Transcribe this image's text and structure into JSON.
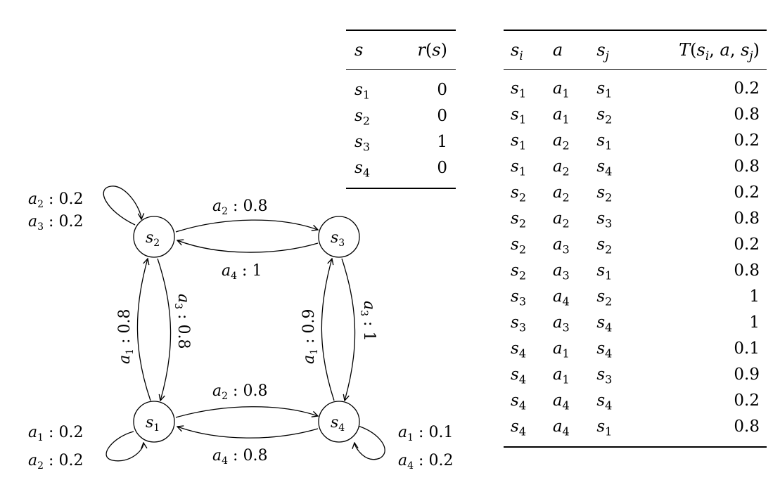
{
  "reward_table": {
    "header": {
      "state": "s",
      "reward_name": "r",
      "reward_arg": "s"
    },
    "rows": [
      {
        "state": "s",
        "sub": "1",
        "reward": "0"
      },
      {
        "state": "s",
        "sub": "2",
        "reward": "0"
      },
      {
        "state": "s",
        "sub": "3",
        "reward": "1"
      },
      {
        "state": "s",
        "sub": "4",
        "reward": "0"
      }
    ]
  },
  "transition_table": {
    "header": {
      "si": "s",
      "si_sub": "i",
      "a": "a",
      "sj": "s",
      "sj_sub": "j",
      "t": "T"
    },
    "rows": [
      {
        "si": "1",
        "a": "1",
        "sj": "1",
        "p": "0.2"
      },
      {
        "si": "1",
        "a": "1",
        "sj": "2",
        "p": "0.8"
      },
      {
        "si": "1",
        "a": "2",
        "sj": "1",
        "p": "0.2"
      },
      {
        "si": "1",
        "a": "2",
        "sj": "4",
        "p": "0.8"
      },
      {
        "si": "2",
        "a": "2",
        "sj": "2",
        "p": "0.2"
      },
      {
        "si": "2",
        "a": "2",
        "sj": "3",
        "p": "0.8"
      },
      {
        "si": "2",
        "a": "3",
        "sj": "2",
        "p": "0.2"
      },
      {
        "si": "2",
        "a": "3",
        "sj": "1",
        "p": "0.8"
      },
      {
        "si": "3",
        "a": "4",
        "sj": "2",
        "p": "1"
      },
      {
        "si": "3",
        "a": "3",
        "sj": "4",
        "p": "1"
      },
      {
        "si": "4",
        "a": "1",
        "sj": "4",
        "p": "0.1"
      },
      {
        "si": "4",
        "a": "1",
        "sj": "3",
        "p": "0.9"
      },
      {
        "si": "4",
        "a": "4",
        "sj": "4",
        "p": "0.2"
      },
      {
        "si": "4",
        "a": "4",
        "sj": "1",
        "p": "0.8"
      }
    ]
  },
  "diagram": {
    "nodes": {
      "s1": "1",
      "s2": "2",
      "s3": "3",
      "s4": "4"
    },
    "edges": {
      "s2_loop_a": {
        "act": "2",
        "p": "0.2"
      },
      "s2_loop_b": {
        "act": "3",
        "p": "0.2"
      },
      "s2_to_s3": {
        "act": "2",
        "p": "0.8"
      },
      "s3_to_s2": {
        "act": "4",
        "p": "1"
      },
      "s1_to_s2": {
        "act": "1",
        "p": "0.8"
      },
      "s2_to_s1": {
        "act": "3",
        "p": "0.8"
      },
      "s4_to_s3": {
        "act": "1",
        "p": "0.9"
      },
      "s3_to_s4": {
        "act": "3",
        "p": "1"
      },
      "s1_to_s4": {
        "act": "2",
        "p": "0.8"
      },
      "s4_to_s1": {
        "act": "4",
        "p": "0.8"
      },
      "s1_loop_a": {
        "act": "1",
        "p": "0.2"
      },
      "s1_loop_b": {
        "act": "2",
        "p": "0.2"
      },
      "s4_loop_a": {
        "act": "1",
        "p": "0.1"
      },
      "s4_loop_b": {
        "act": "4",
        "p": "0.2"
      }
    }
  }
}
